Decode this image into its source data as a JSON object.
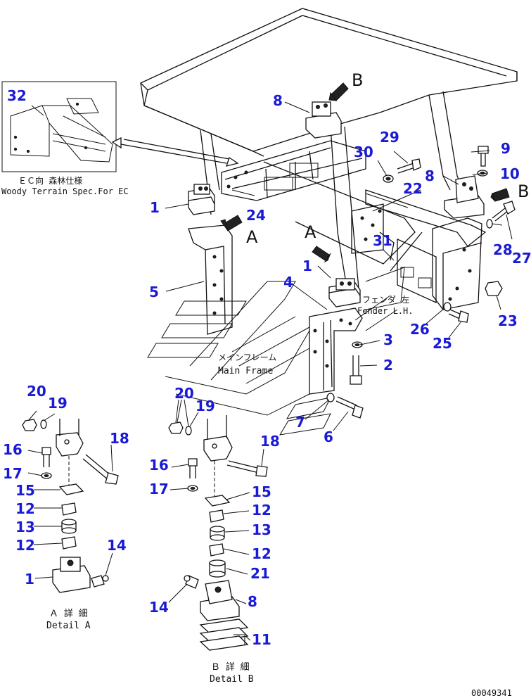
{
  "drawing_number": "00049341",
  "inset": {
    "jp": "ＥＣ向 森林仕様",
    "en": "Woody Terrain Spec.For EC"
  },
  "view_letters": {
    "a1": "A",
    "a2": "A",
    "b1": "B",
    "b2": "B"
  },
  "fender_label": {
    "jp": "フェンダ 左",
    "en": "Fender L.H."
  },
  "main_frame_label": {
    "jp": "メインフレーム",
    "en": "Main Frame"
  },
  "detail_a": {
    "jp": "Ａ 詳 細",
    "en": "Detail A"
  },
  "detail_b": {
    "jp": "Ｂ 詳 細",
    "en": "Detail B"
  },
  "callouts": {
    "c32": "32",
    "c1a": "1",
    "c24": "24",
    "c5": "5",
    "c8top": "8",
    "c29": "29",
    "c30": "30",
    "c9": "9",
    "c10": "10",
    "c8r": "8",
    "c22": "22",
    "c27": "27",
    "c28": "28",
    "c31": "31",
    "c1b": "1",
    "c4": "4",
    "c23": "23",
    "c26": "26",
    "c25": "25",
    "c3": "3",
    "c2": "2",
    "c7": "7",
    "c6": "6",
    "a20": "20",
    "a19": "19",
    "a18": "18",
    "a16": "16",
    "a17": "17",
    "a15": "15",
    "a12a": "12",
    "a13": "13",
    "a12b": "12",
    "a14": "14",
    "a1": "1",
    "b20": "20",
    "b19": "19",
    "b18": "18",
    "b16": "16",
    "b17": "17",
    "b15": "15",
    "b12a": "12",
    "b13": "13",
    "b12b": "12",
    "b21": "21",
    "b14": "14",
    "b8": "8",
    "b11": "11"
  },
  "colors": {
    "callout": "#1a1ad6",
    "line": "#111111"
  }
}
